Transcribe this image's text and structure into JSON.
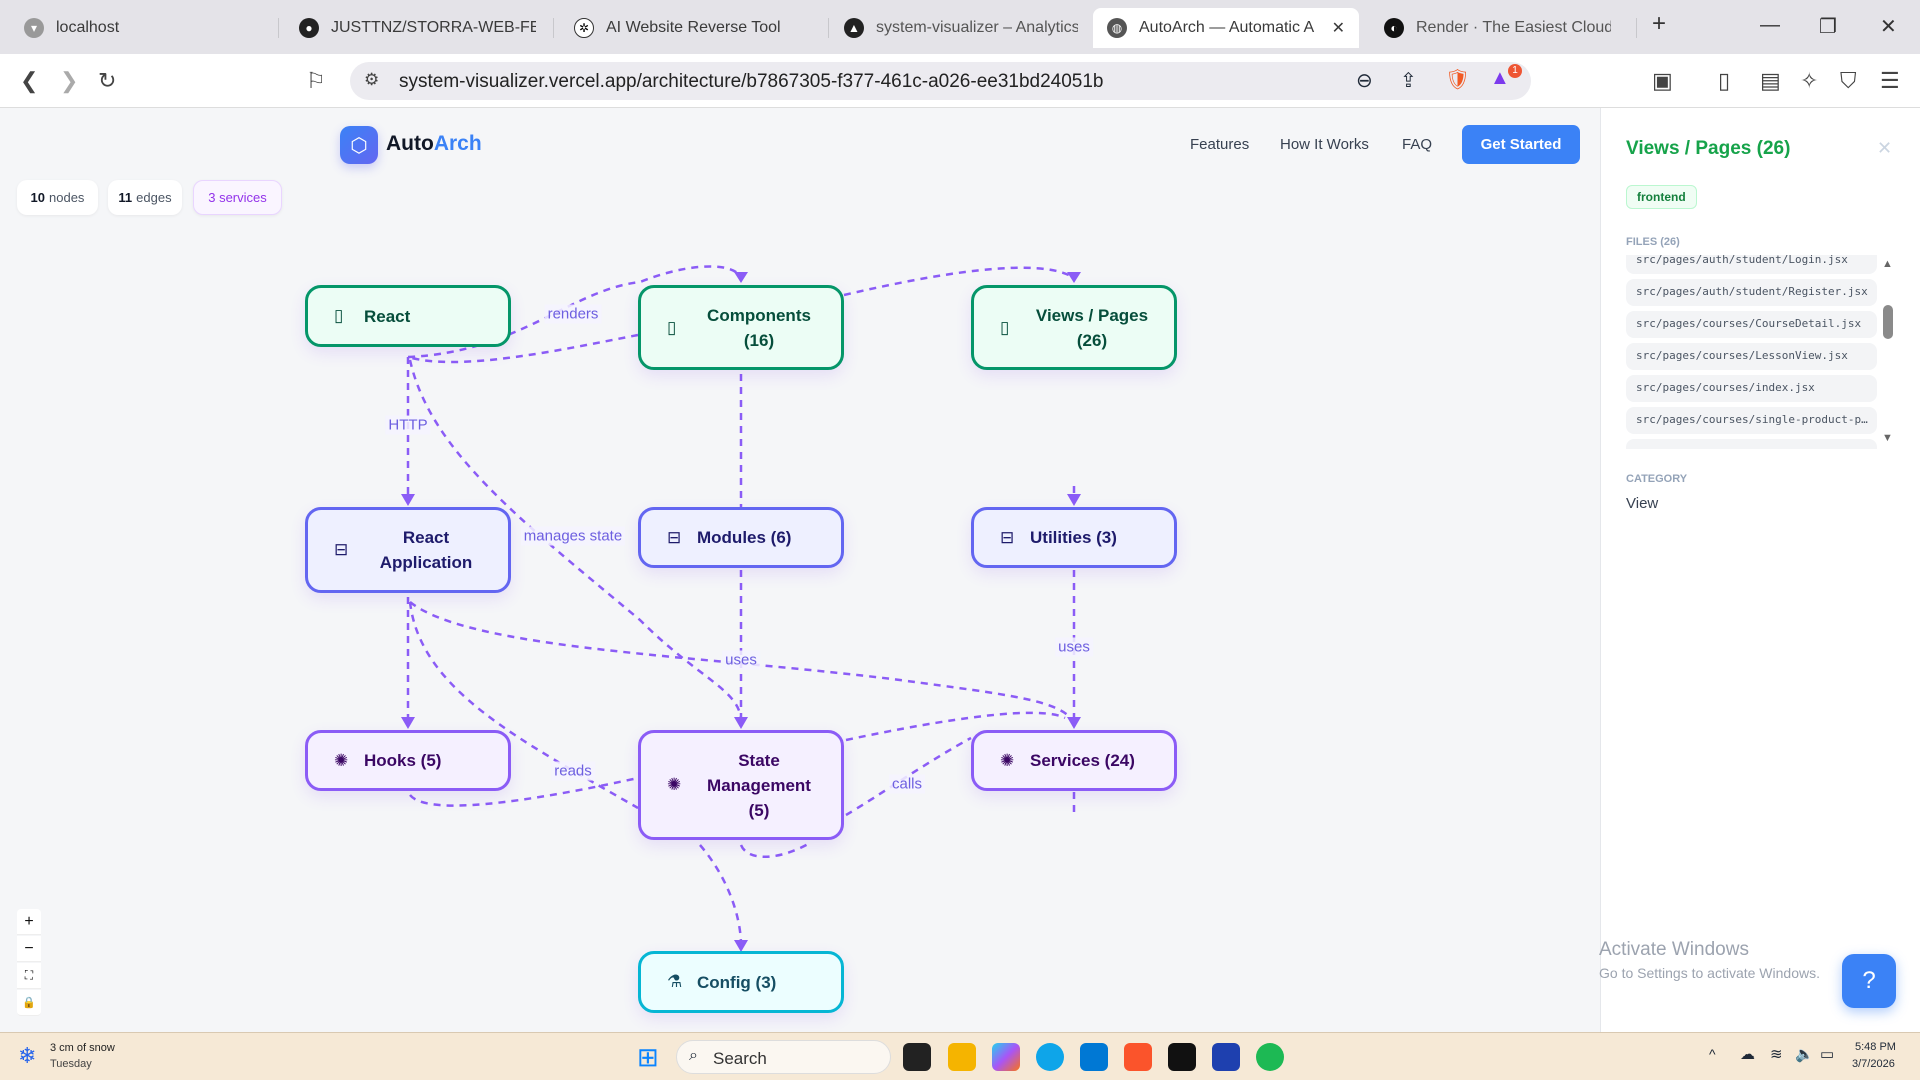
{
  "browser": {
    "tabs": [
      {
        "label": "localhost",
        "active": false
      },
      {
        "label": "JUSTTNZ/STORRA-WEB-FE",
        "active": false
      },
      {
        "label": "AI Website Reverse Tool",
        "active": false
      },
      {
        "label": "system-visualizer – Analytics",
        "active": false
      },
      {
        "label": "AutoArch — Automatic A",
        "active": true
      },
      {
        "label": "Render · The Easiest Cloud Fo",
        "active": false
      }
    ],
    "url": "system-visualizer.vercel.app/architecture/b7867305-f377-461c-a026-ee31bd24051b",
    "notification_badge": "1"
  },
  "header": {
    "brand_a": "Auto",
    "brand_b": "Arch",
    "nav": [
      "Features",
      "How It Works",
      "FAQ"
    ],
    "cta": "Get Started"
  },
  "stats": {
    "nodes_n": "10",
    "nodes_l": "nodes",
    "edges_n": "11",
    "edges_l": "edges",
    "services": "3 services"
  },
  "graph": {
    "nodes": [
      {
        "label": "React",
        "category": "frontend",
        "icon": "mobile-icon"
      },
      {
        "label": "Components (16)",
        "category": "frontend",
        "icon": "mobile-icon"
      },
      {
        "label": "Views / Pages (26)",
        "category": "frontend",
        "icon": "mobile-icon"
      },
      {
        "label": "React Application",
        "category": "module",
        "icon": "server-icon"
      },
      {
        "label": "Modules (6)",
        "category": "module",
        "icon": "server-icon"
      },
      {
        "label": "Utilities (3)",
        "category": "module",
        "icon": "server-icon"
      },
      {
        "label": "Hooks (5)",
        "category": "service",
        "icon": "gear-icon"
      },
      {
        "label": "State Management (5)",
        "category": "service",
        "icon": "gear-icon"
      },
      {
        "label": "Services (24)",
        "category": "service",
        "icon": "gear-icon"
      },
      {
        "label": "Config (3)",
        "category": "config",
        "icon": "flask-icon"
      }
    ],
    "edge_labels": {
      "renders": "renders",
      "http": "HTTP",
      "manages_state": "manages state",
      "uses1": "uses",
      "uses2": "uses",
      "reads": "reads",
      "calls": "calls"
    },
    "colors": {
      "edge": "#8b5cf6",
      "frontend": "#059669",
      "module": "#6366f1",
      "service": "#8b5cf6",
      "config": "#06b6d4"
    }
  },
  "zoom_controls": [
    "+",
    "−",
    "⛶",
    "🔒"
  ],
  "panel": {
    "title": "Views / Pages (26)",
    "badge": "frontend",
    "files_label": "FILES (26)",
    "files": [
      "src/pages/auth/student/Login.jsx",
      "src/pages/auth/student/Register.jsx",
      "src/pages/courses/CourseDetail.jsx",
      "src/pages/courses/LessonView.jsx",
      "src/pages/courses/index.jsx",
      "src/pages/courses/single-product-p…"
    ],
    "category_label": "CATEGORY",
    "category": "View"
  },
  "watermark": {
    "line1": "Activate Windows",
    "line2": "Go to Settings to activate Windows."
  },
  "taskbar": {
    "weather": "3 cm of snow",
    "day": "Tuesday",
    "search": "Search",
    "time": "5:48 PM",
    "date": "3/7/2026"
  }
}
